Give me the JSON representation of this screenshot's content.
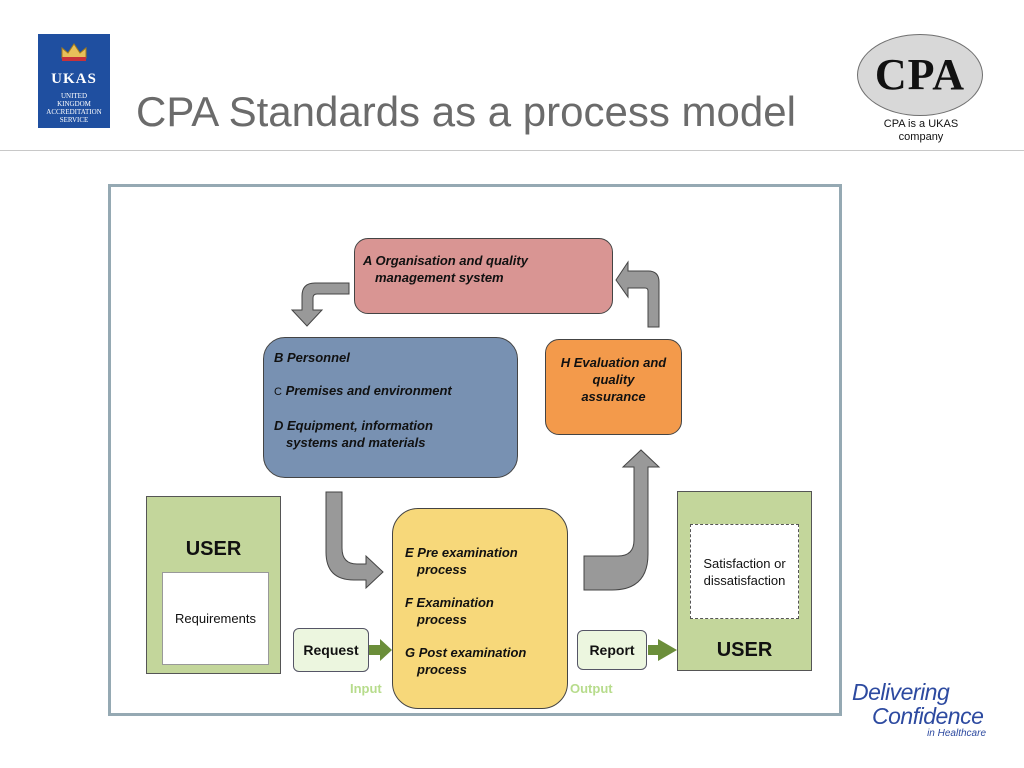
{
  "header": {
    "title": "CPA Standards as a process model",
    "ukas_logo": {
      "name": "UKAS",
      "subtitle": [
        "UNITED",
        "KINGDOM",
        "ACCREDITATION",
        "SERVICE"
      ]
    },
    "cpa_logo": {
      "text": "CPA"
    },
    "cpa_caption": [
      "CPA is a UKAS",
      "company"
    ]
  },
  "diagram": {
    "box_a": {
      "lines": [
        "A Organisation and quality",
        "management system"
      ]
    },
    "box_b": {
      "b_line": "B Personnel",
      "c_prefix": "C",
      "c_text": "Premises and environment",
      "d_lines": [
        "D Equipment, information",
        "systems and materials"
      ]
    },
    "box_h": {
      "lines": [
        "H Evaluation and",
        "quality",
        "assurance"
      ]
    },
    "box_efg": {
      "e_lines": [
        "E Pre examination",
        "process"
      ],
      "f_lines": [
        "F Examination",
        "process"
      ],
      "g_lines": [
        "G Post examination",
        "process"
      ]
    },
    "user_left": {
      "label": "USER",
      "inner": "Requirements"
    },
    "user_right": {
      "label": "USER",
      "inner_lines": [
        "Satisfaction or",
        "dissatisfaction"
      ]
    },
    "request_label": "Request",
    "report_label": "Report",
    "input_label": "Input",
    "output_label": "Output",
    "colors": {
      "box_a": "#d99593",
      "box_b": "#7891b2",
      "box_h": "#f39a4b",
      "box_efg": "#f7d87a",
      "user": "#c3d69b",
      "flow_arrow": "#6b8e3a",
      "cycle_arrow": "#999999"
    }
  },
  "footer": {
    "tagline": [
      "Delivering",
      "Confidence",
      "in Healthcare"
    ]
  }
}
